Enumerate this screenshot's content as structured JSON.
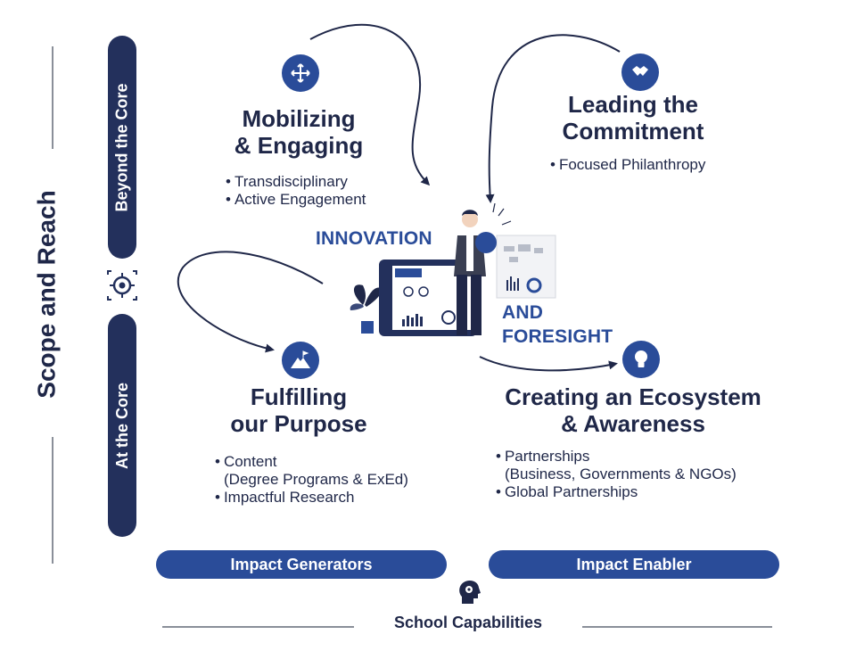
{
  "axis": {
    "title": "Scope and Reach",
    "beyond_label": "Beyond the Core",
    "core_label": "At the Core"
  },
  "quadrants": {
    "mobilizing": {
      "heading_line1": "Mobilizing",
      "heading_line2": "& Engaging",
      "bullets": [
        "Transdisciplinary",
        "Active Engagement"
      ]
    },
    "leading": {
      "heading_line1": "Leading the",
      "heading_line2": "Commitment",
      "bullets": [
        "Focused Philanthropy"
      ]
    },
    "fulfilling": {
      "heading_line1": "Fulfilling",
      "heading_line2": "our Purpose",
      "bullet1": "Content",
      "bullet1_sub": "(Degree Programs & ExEd)",
      "bullet2": "Impactful Research"
    },
    "creating": {
      "heading_line1": "Creating an Ecosystem",
      "heading_line2": "& Awareness",
      "bullet1": "Partnerships",
      "bullet1_sub": "(Business, Governments & NGOs)",
      "bullet2": "Global Partnerships"
    }
  },
  "center": {
    "word1": "INNOVATION",
    "word2": "AND",
    "word3": "FORESIGHT"
  },
  "bottom": {
    "left_pill": "Impact Generators",
    "right_pill": "Impact Enabler",
    "capabilities": "School Capabilities"
  },
  "colors": {
    "navy": "#1f2748",
    "blue": "#2a4c99",
    "pill_dark": "#23305c",
    "line_gray": "#8a8f99"
  },
  "icons": {
    "mobilizing": "move-arrows-icon",
    "leading": "handshake-icon",
    "fulfilling": "mountain-flag-icon",
    "creating": "lightbulb-icon",
    "core": "target-icon",
    "capabilities": "head-gear-icon"
  }
}
